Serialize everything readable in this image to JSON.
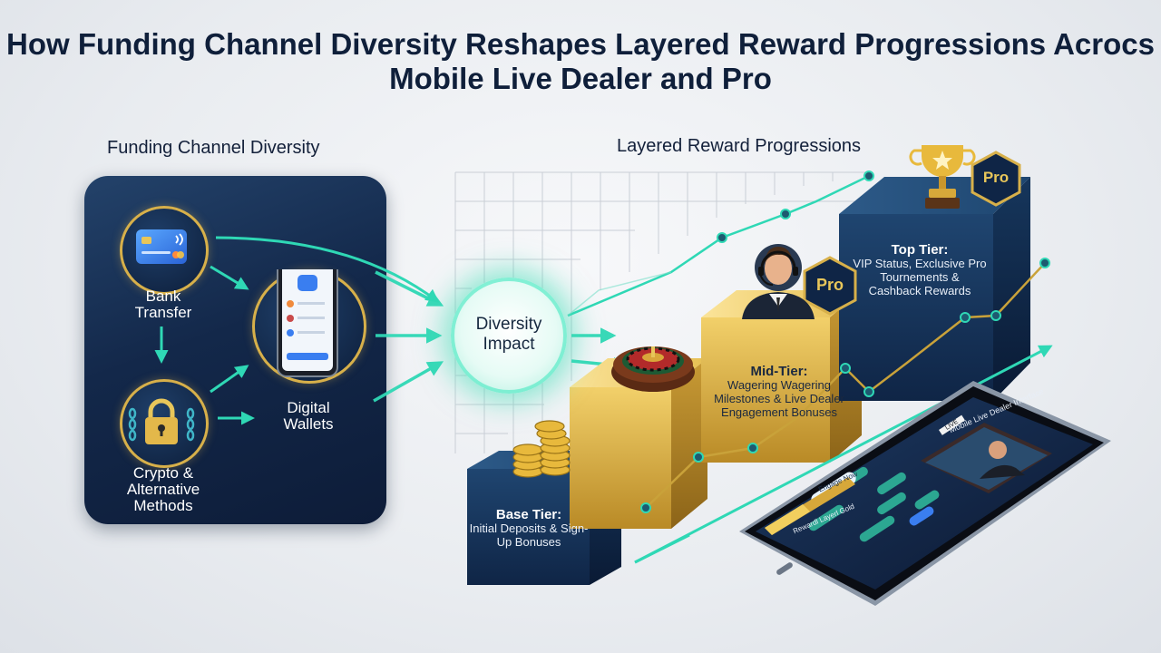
{
  "title": "How Funding Channel Diversity Reshapes Layered Reward Progressions Acrocs Mobile Live Dealer and Pro",
  "sections": {
    "funding": "Funding Channel Diversity",
    "rewards": "Layered Reward Progressions"
  },
  "funding_channels": {
    "bank": "Bank Transfer",
    "crypto": "Crypto & Alternative Methods",
    "wallets": "Digital Wallets"
  },
  "impact": "Diversity Impact",
  "tiers": {
    "base": {
      "title": "Base Tier:",
      "desc": "Initial Deposits & Sign-Up Bonuses"
    },
    "mid": {
      "title": "Mid-Tier:",
      "desc": "Wagering Wagering Milestones & Live Dealer Engagement Bonuses"
    },
    "top": {
      "title": "Top Tier:",
      "desc": "VIP Status, Exclusive Pro Tournements & Cashback Rewards"
    }
  },
  "badges": {
    "pro": "Pro"
  },
  "phone": {
    "header": "Mobile Live Dealer Interface",
    "live_tag": "LIVE",
    "chip": "Engage Now",
    "progress_label": "Rewardl Layerl Gold"
  },
  "colors": {
    "navy": "#13284a",
    "gold": "#d7b04a",
    "teal": "#2fd8b5"
  }
}
